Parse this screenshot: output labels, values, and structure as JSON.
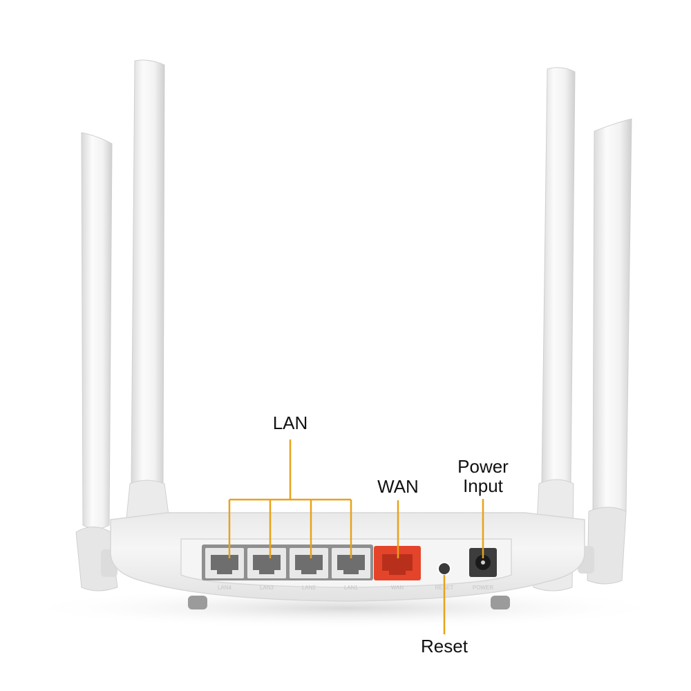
{
  "callouts": {
    "lan": "LAN",
    "wan": "WAN",
    "power_line1": "Power",
    "power_line2": "Input",
    "reset": "Reset"
  },
  "port_labels": [
    "LAN4",
    "LAN3",
    "LAN2",
    "LAN1",
    "WAN",
    "RESET",
    "POWER"
  ],
  "colors": {
    "callout_line": "#e8a21a",
    "wan_port": "#e4442a",
    "body": "#f1f1f1",
    "port_panel": "#f4f4f4"
  },
  "icons": [
    "antenna-icon",
    "ethernet-port-icon",
    "reset-button-icon",
    "power-jack-icon"
  ]
}
